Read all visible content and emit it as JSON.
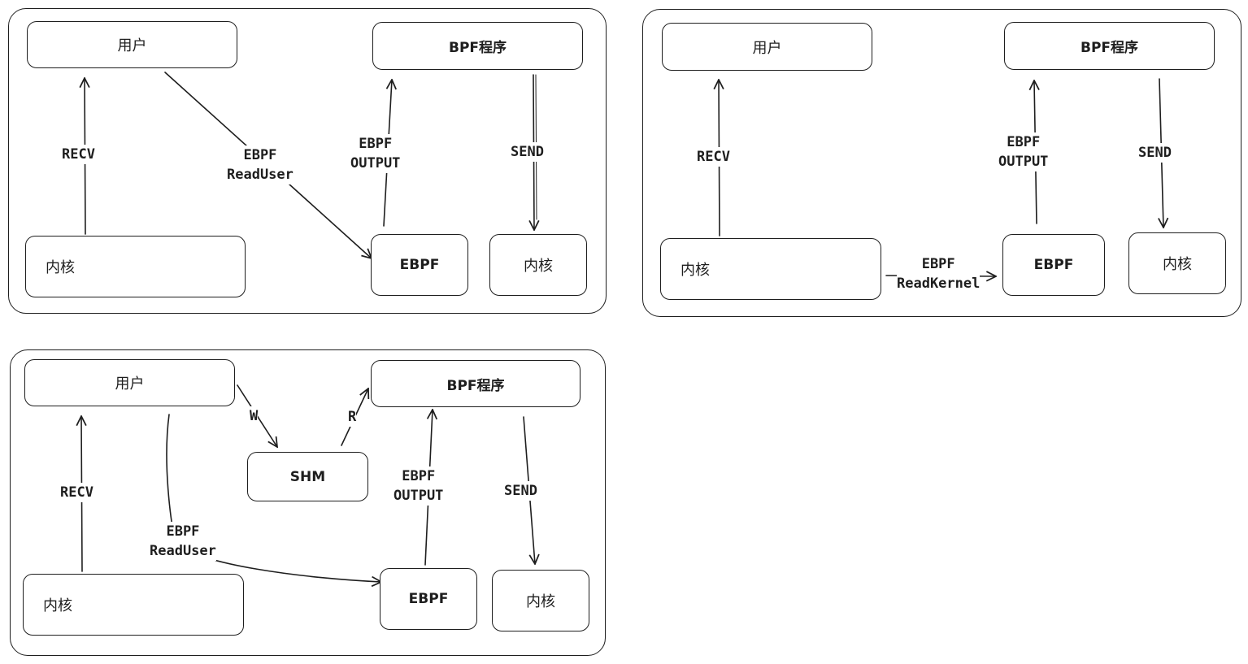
{
  "colors": {
    "stroke": "#1e1e1e",
    "background": "#ffffff"
  },
  "panel1": {
    "user": "用户",
    "bpf_program": "BPF程序",
    "kernel_left": "内核",
    "ebpf": "EBPF",
    "kernel_right": "内核",
    "recv": "RECV",
    "ebpf_readuser": "EBPF\nReadUser",
    "ebpf_output": "EBPF\nOUTPUT",
    "send": "SEND"
  },
  "panel2": {
    "user": "用户",
    "bpf_program": "BPF程序",
    "kernel_left": "内核",
    "ebpf": "EBPF",
    "kernel_right": "内核",
    "recv": "RECV",
    "ebpf_readkernel": "EBPF\nReadKernel",
    "ebpf_output": "EBPF\nOUTPUT",
    "send": "SEND"
  },
  "panel3": {
    "user": "用户",
    "bpf_program": "BPF程序",
    "shm": "SHM",
    "kernel_left": "内核",
    "ebpf": "EBPF",
    "kernel_right": "内核",
    "recv": "RECV",
    "write": "W",
    "read": "R",
    "ebpf_readuser": "EBPF\nReadUser",
    "ebpf_output": "EBPF\nOUTPUT",
    "send": "SEND"
  }
}
